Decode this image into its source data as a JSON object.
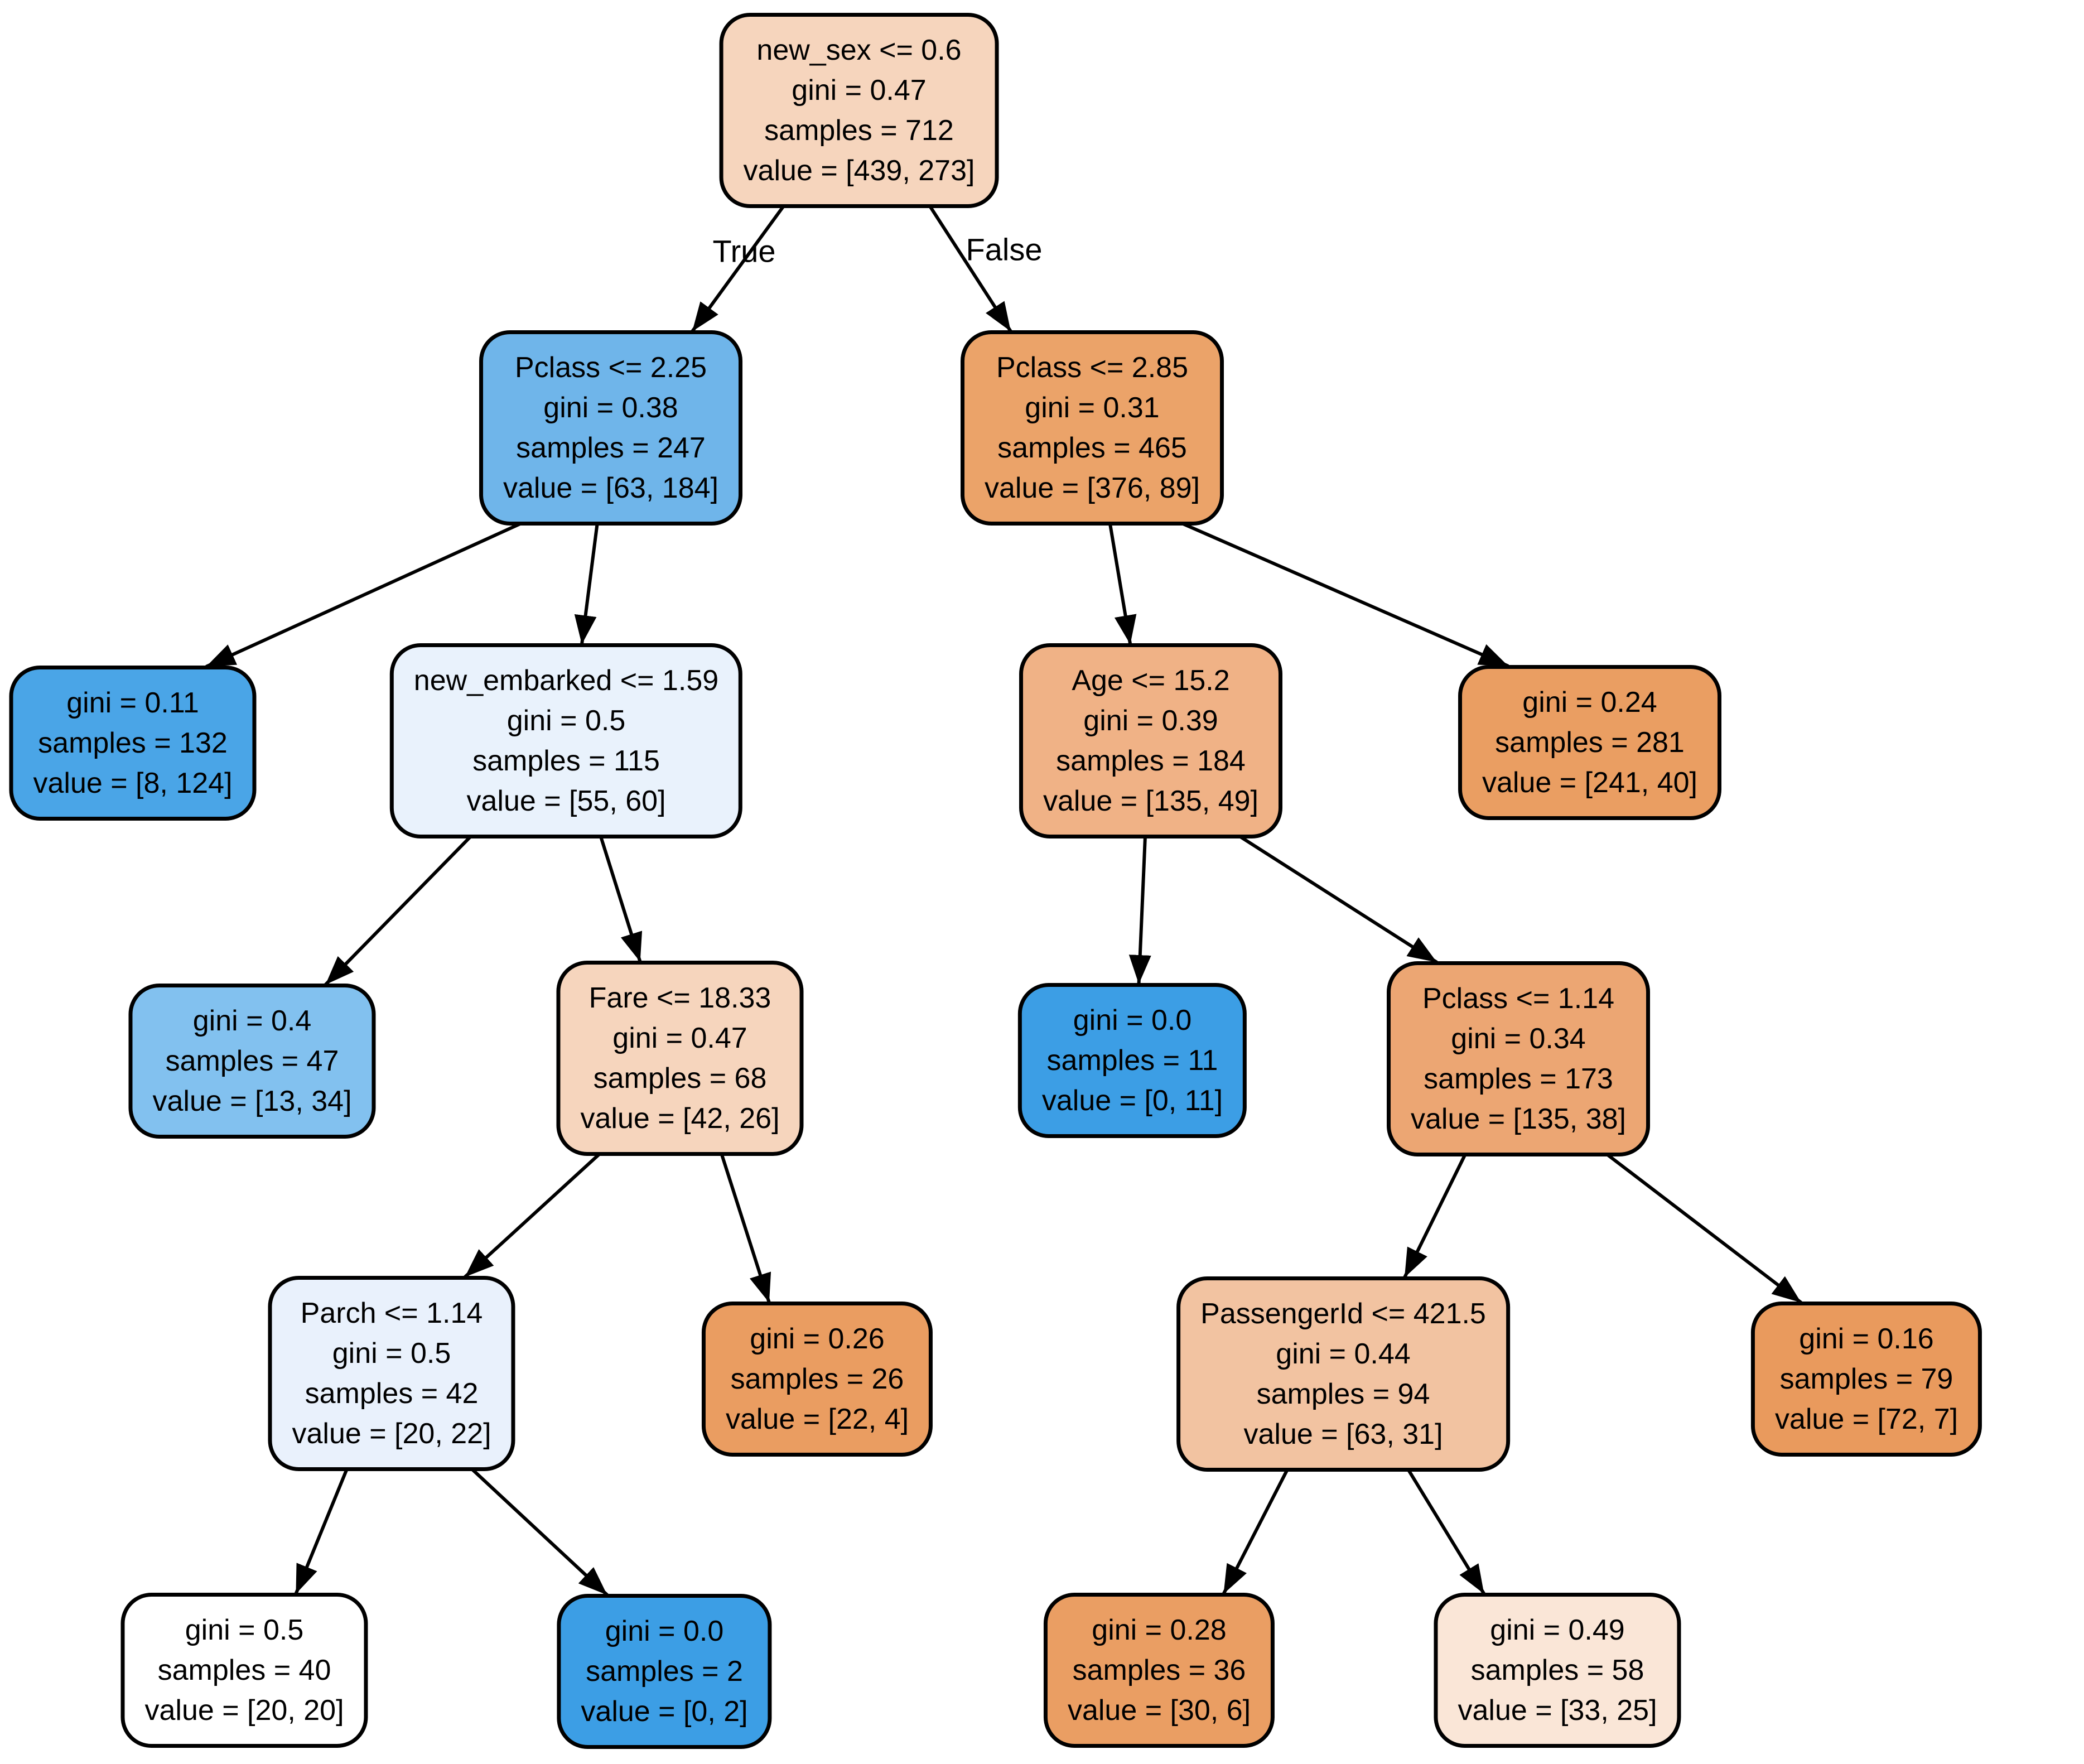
{
  "diagram": {
    "type": "decision-tree",
    "edge_labels": {
      "true_label": "True",
      "false_label": "False"
    },
    "field_labels": {
      "gini": "gini",
      "samples": "samples",
      "value": "value",
      "eq": " = "
    },
    "colors": {
      "class0_strong": "#e58139",
      "class1_strong": "#3c9ee5",
      "edge_stroke": "#000000",
      "node_border": "#000000",
      "background": "#ffffff"
    },
    "nodes": [
      {
        "id": "root",
        "condition": "new_sex <= 0.6",
        "gini": "0.47",
        "samples": 712,
        "value": [
          439,
          273
        ],
        "fill": "#f6d5bd",
        "children": [
          "L",
          "R"
        ]
      },
      {
        "id": "L",
        "condition": "Pclass <= 2.25",
        "gini": "0.38",
        "samples": 247,
        "value": [
          63,
          184
        ],
        "fill": "#6fb5ea",
        "children": [
          "LL",
          "LR"
        ]
      },
      {
        "id": "R",
        "condition": "Pclass <= 2.85",
        "gini": "0.31",
        "samples": 465,
        "value": [
          376,
          89
        ],
        "fill": "#eba369",
        "children": [
          "RL",
          "RR"
        ]
      },
      {
        "id": "LL",
        "condition": null,
        "gini": "0.11",
        "samples": 132,
        "value": [
          8,
          124
        ],
        "fill": "#4aa5e7",
        "children": []
      },
      {
        "id": "LR",
        "condition": "new_embarked <= 1.59",
        "gini": "0.5",
        "samples": 115,
        "value": [
          55,
          60
        ],
        "fill": "#e9f2fc",
        "children": [
          "LRL",
          "LRR"
        ]
      },
      {
        "id": "RL",
        "condition": "Age <= 15.2",
        "gini": "0.39",
        "samples": 184,
        "value": [
          135,
          49
        ],
        "fill": "#f0b286",
        "children": [
          "RLL",
          "RLR"
        ]
      },
      {
        "id": "RR",
        "condition": null,
        "gini": "0.24",
        "samples": 281,
        "value": [
          241,
          40
        ],
        "fill": "#ea9e62",
        "children": []
      },
      {
        "id": "LRL",
        "condition": null,
        "gini": "0.4",
        "samples": 47,
        "value": [
          13,
          34
        ],
        "fill": "#82c1ef",
        "children": []
      },
      {
        "id": "LRR",
        "condition": "Fare <= 18.33",
        "gini": "0.47",
        "samples": 68,
        "value": [
          42,
          26
        ],
        "fill": "#f6d5bd",
        "children": [
          "LRRL",
          "LRRR"
        ]
      },
      {
        "id": "RLL",
        "condition": null,
        "gini": "0.0",
        "samples": 11,
        "value": [
          0,
          11
        ],
        "fill": "#3c9ee5",
        "children": []
      },
      {
        "id": "RLR",
        "condition": "Pclass <= 1.14",
        "gini": "0.34",
        "samples": 173,
        "value": [
          135,
          38
        ],
        "fill": "#eca673",
        "children": [
          "RLRL",
          "RLRR"
        ]
      },
      {
        "id": "LRRL",
        "condition": "Parch <= 1.14",
        "gini": "0.5",
        "samples": 42,
        "value": [
          20,
          22
        ],
        "fill": "#e9f1fc",
        "children": [
          "LRRLL",
          "LRRLR"
        ]
      },
      {
        "id": "LRRR",
        "condition": null,
        "gini": "0.26",
        "samples": 26,
        "value": [
          22,
          4
        ],
        "fill": "#ea9d61",
        "children": []
      },
      {
        "id": "RLRL",
        "condition": "PassengerId <= 421.5",
        "gini": "0.44",
        "samples": 94,
        "value": [
          63,
          31
        ],
        "fill": "#f2c3a1",
        "children": [
          "RLRLL",
          "RLRLR"
        ]
      },
      {
        "id": "RLRR",
        "condition": null,
        "gini": "0.16",
        "samples": 79,
        "value": [
          72,
          7
        ],
        "fill": "#e99a5d",
        "children": []
      },
      {
        "id": "LRRLL",
        "condition": null,
        "gini": "0.5",
        "samples": 40,
        "value": [
          20,
          20
        ],
        "fill": "#ffffff",
        "children": []
      },
      {
        "id": "LRRLR",
        "condition": null,
        "gini": "0.0",
        "samples": 2,
        "value": [
          0,
          2
        ],
        "fill": "#3c9ee5",
        "children": []
      },
      {
        "id": "RLRLL",
        "condition": null,
        "gini": "0.28",
        "samples": 36,
        "value": [
          30,
          6
        ],
        "fill": "#ea9e63",
        "children": []
      },
      {
        "id": "RLRLR",
        "condition": null,
        "gini": "0.49",
        "samples": 58,
        "value": [
          33,
          25
        ],
        "fill": "#fae6d7",
        "children": []
      }
    ]
  }
}
